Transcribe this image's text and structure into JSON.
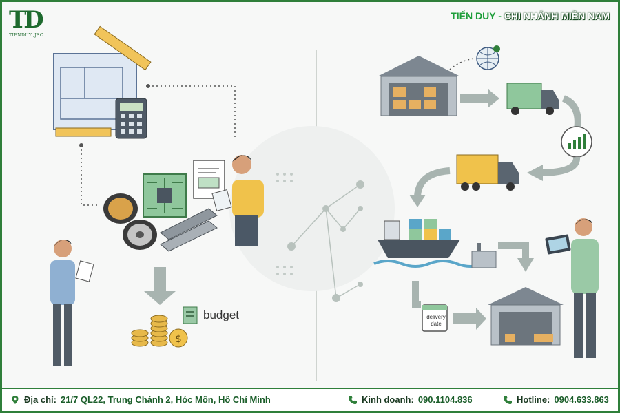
{
  "header": {
    "logo_mark": "TD",
    "logo_sub": "TIENDUY.,JSC",
    "brand": "TIẾN DUY",
    "separator": " - ",
    "branch": "CHI NHÁNH MIỀN NAM"
  },
  "diagram": {
    "budget_label": "budget",
    "delivery_label_1": "delivery",
    "delivery_label_2": "date"
  },
  "footer": {
    "address_label": "Địa chỉ:",
    "address_value": "21/7 QL22, Trung Chánh 2, Hóc Môn, Hồ Chí Minh",
    "sales_label": "Kinh doanh:",
    "sales_value": "090.1104.836",
    "hotline_label": "Hotline:",
    "hotline_value": "0904.633.863"
  },
  "colors": {
    "brand_green": "#2f7f3a",
    "accent_green": "#1e9e3a"
  }
}
